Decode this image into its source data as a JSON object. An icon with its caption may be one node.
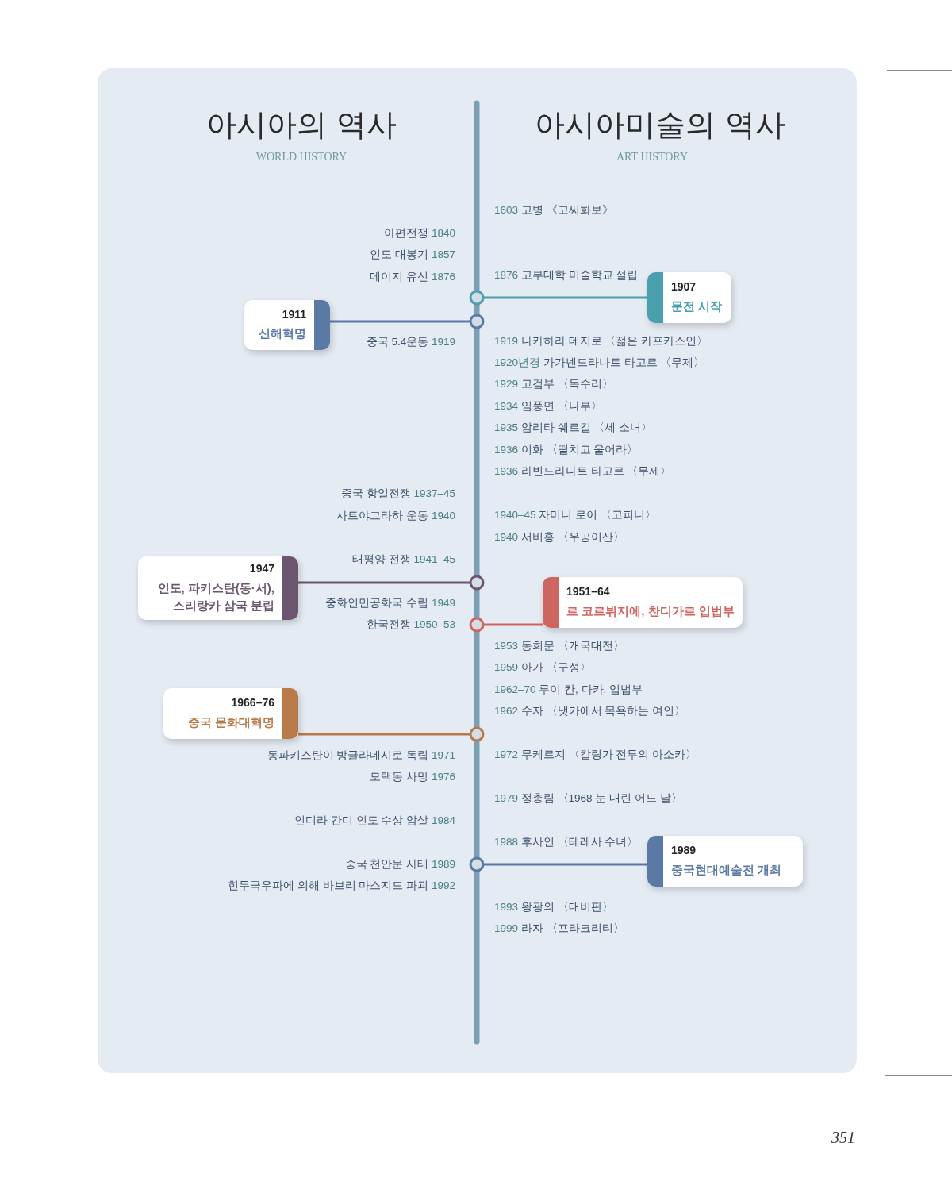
{
  "diagram": {
    "nodes": [
      {
        "text": [
          "1907",
          "문전 시작"
        ]
      },
      {
        "text": [],
        "shape": "circle"
      },
      {
        "text": [
          "1911",
          "신해혁명"
        ]
      },
      {
        "text": [],
        "shape": "circle"
      },
      {
        "text": [
          "1947",
          "인도, 파키스탄(동·서), 스리랑카 삼국 분립"
        ]
      },
      {
        "text": [],
        "shape": "circle"
      },
      {
        "text": [
          "1951–64",
          "르 코르뷔지에, 찬디가르 입법부"
        ]
      },
      {
        "text": [],
        "shape": "circle"
      },
      {
        "text": [
          "1966–76",
          "중국 문화대혁명"
        ]
      },
      {
        "text": [],
        "shape": "circle"
      },
      {
        "text": [
          "1989",
          "중국현대예술전 개최"
        ]
      },
      {
        "text": [],
        "shape": "circle"
      }
    ],
    "edges": [
      {
        "from": 0,
        "to": 1,
        "arrow": "none",
        "color": "#4a9fae"
      },
      {
        "from": 2,
        "to": 3,
        "arrow": "none",
        "color": "#5a7aa5"
      },
      {
        "from": 4,
        "to": 5,
        "arrow": "none",
        "color": "#6b5670"
      },
      {
        "from": 6,
        "to": 7,
        "arrow": "none",
        "color": "#cf6560"
      },
      {
        "from": 8,
        "to": 9,
        "arrow": "none",
        "color": "#b87a48"
      },
      {
        "from": 10,
        "to": 11,
        "arrow": "none",
        "color": "#5a7aa5"
      }
    ],
    "labels": [
      "아시아의 역사",
      "아시아미술의 역사",
      "WORLD HISTORY",
      "ART HISTORY",
      "1603 고병 《고씨화보》",
      "아편전쟁 1840",
      "인도 대봉기 1857",
      "메이지 유신 1876",
      "1876 고부대학 미술학교 설립",
      "1919 나카하라 데지로 〈젊은 카프카스인〉",
      "중국 5.4운동 1919",
      "1920년경 가가넨드라나트 타고르 〈무제〉",
      "1929 고검부 〈독수리〉",
      "1934 임풍면 〈나부〉",
      "1935 암리타 쉐르길 〈세 소녀〉",
      "1936 이화 〈떨치고 울어라〉",
      "1936 라빈드라나트 타고르 〈무제〉",
      "중국 항일전쟁 1937–45",
      "1940–45 자미니 로이 〈고피니〉",
      "사트야그라하 운동 1940",
      "1940 서비홍 〈우공이산〉",
      "태평양 전쟁 1941–45",
      "중화인민공화국 수립 1949",
      "한국전쟁 1950–53",
      "1953 동희문 〈개국대전〉",
      "1959 아가 〈구성〉",
      "1962–70 루이 칸, 다카, 입법부",
      "1962 수자 〈냇가에서 목욕하는 여인〉",
      "1972 무케르지 〈칼링가 전투의 아소카〉",
      "동파키스탄이 방글라데시로 독립 1971",
      "모택동 사망 1976",
      "1979 정총림 〈1968 눈 내린 어느 날〉",
      "인디라 간디 인도 수상 암살 1984",
      "1988 후사인 〈테레사 수녀〉",
      "중국 천안문 사태 1989",
      "힌두극우파에 의해 바브리 마스지드 파괴 1992",
      "1993 왕광의 〈대비판〉",
      "1999 라자 〈프라크리티〉",
      "351"
    ]
  }
}
